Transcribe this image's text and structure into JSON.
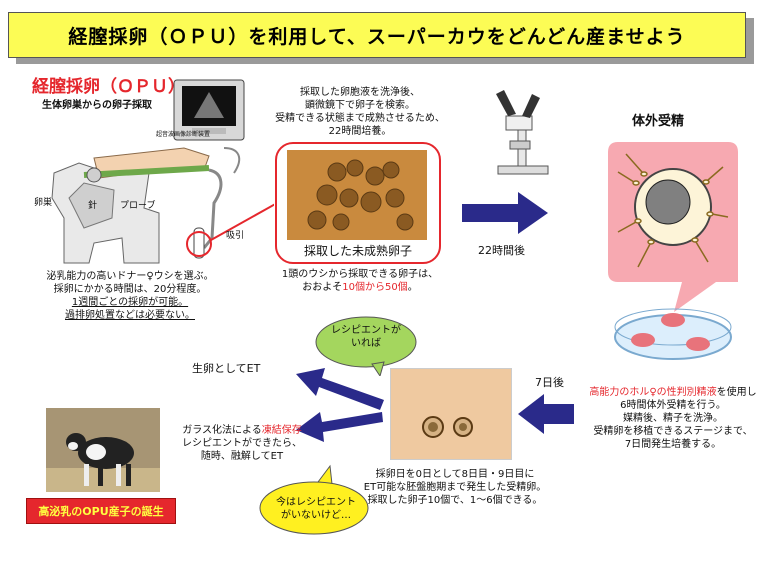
{
  "title": "経膣採卵（ＯＰＵ）を利用して、スーパーカウをどんどん産ませよう",
  "opu": {
    "heading": "経膣採卵（ＯＰＵ）",
    "subheading": "生体卵巣からの卵子採取",
    "monitor_label": "超音波画像診断装置",
    "label_ovary": "卵巣",
    "label_needle": "針",
    "label_probe": "プローブ",
    "label_suction": "吸引",
    "notes": [
      "泌乳能力の高いドナー♀ウシを選ぶ。",
      "採卵にかかる時間は、20分程度。",
      "1週間ごとの採卵が可能。",
      "過排卵処置などは必要ない。"
    ]
  },
  "oocyte": {
    "top_text": [
      "採取した卵胞液を洗浄後、",
      "顕微鏡下で卵子を検索。",
      "受精できる状態まで成熟させるため、",
      "22時間培養。"
    ],
    "photo_caption": "採取した未成熟卵子",
    "count_prefix": "1頭のウシから採取できる卵子は、",
    "count_line2_a": "おおよそ",
    "count_line2_red": "10個から50個",
    "count_line2_b": "。"
  },
  "arrow_22h": "22時間後",
  "ivf": {
    "label": "体外受精",
    "desc_a": "高能力のホル♀の性判別精液",
    "desc_b": "を使用し",
    "desc_lines": [
      "6時間体外受精を行う。",
      "媒精後、精子を洗浄。",
      "受精卵を移植できるステージまで、",
      "7日間発生培養する。"
    ]
  },
  "arrow_7d": "7日後",
  "embryo": {
    "desc": [
      "採卵日を0日として8日目・9日目に",
      "ET可能な胚盤胞期まで発生した受精卵。",
      "採取した卵子10個で、1～6個できる。"
    ]
  },
  "fresh_et": "生卵としてET",
  "frozen": {
    "line1_a": "ガラス化法による",
    "line1_red": "凍結保存",
    "line2": "レシピエントができたら、",
    "line3": "随時、融解してET"
  },
  "bubble_green": [
    "レシピエントが",
    "いれば"
  ],
  "bubble_yellow": [
    "今はレシピエント",
    "がいないけど…"
  ],
  "calf_banner": "高泌乳のOPU産子の誕生",
  "colors": {
    "accent_red": "#e5272d",
    "title_yellow": "#fcfc55",
    "arrow_navy": "#2a2a8a",
    "bubble_green": "#a4d65e",
    "bubble_yellow": "#fff020",
    "ivf_pink": "#f7a9b1"
  }
}
